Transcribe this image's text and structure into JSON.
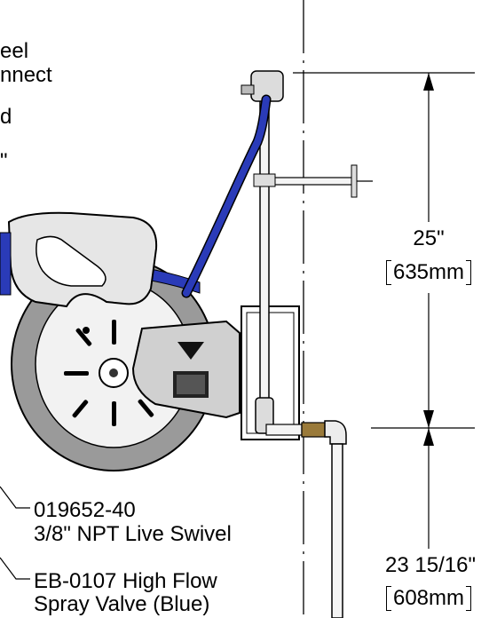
{
  "callouts_top": {
    "line1": "eel",
    "line2": "nnect",
    "line3": "d",
    "line4": "\""
  },
  "callout_swivel": {
    "part_number": "019652-40",
    "description": "3/8\" NPT Live Swivel"
  },
  "callout_valve": {
    "line1": "EB-0107 High Flow",
    "line2": "Spray Valve (Blue)"
  },
  "dimension_upper": {
    "imperial": "25\"",
    "metric": "635mm"
  },
  "dimension_lower": {
    "imperial": "23 15/16\"",
    "metric": "608mm"
  },
  "colors": {
    "hose_blue": "#2a3bb8",
    "reel_gray": "#9a9a9a",
    "plate_light": "#e6e6e6",
    "brass": "#9a7a3a"
  }
}
